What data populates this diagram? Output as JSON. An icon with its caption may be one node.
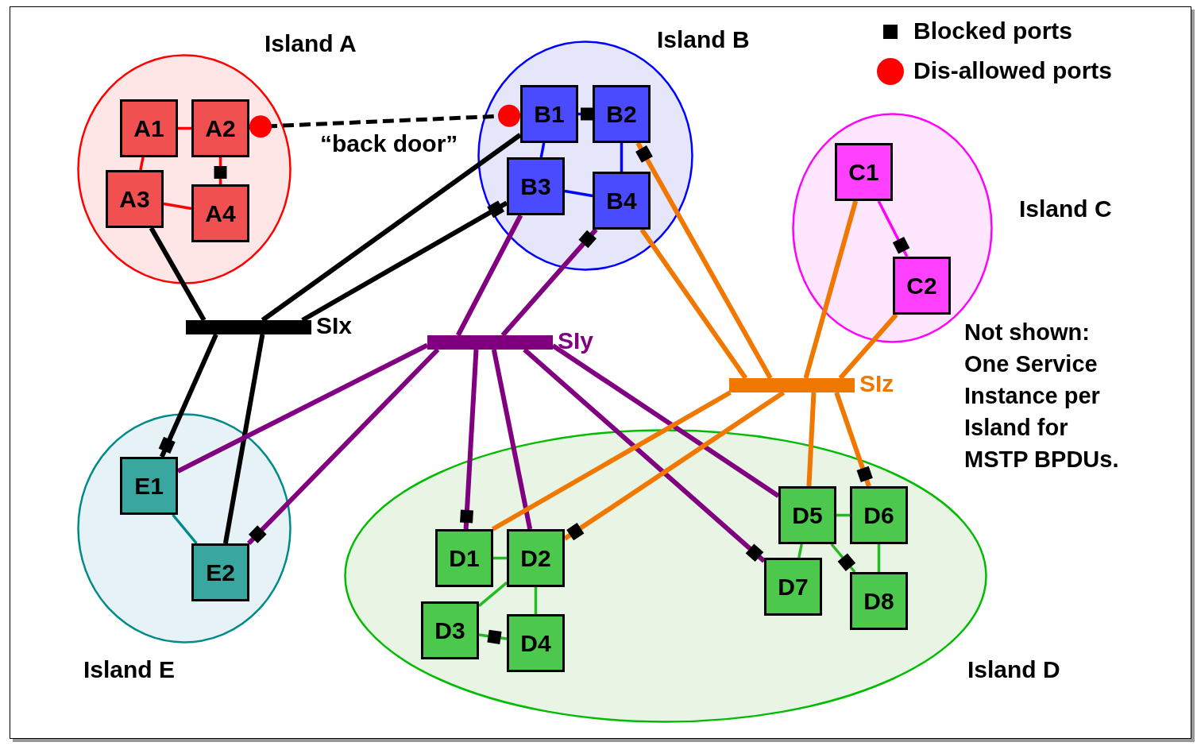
{
  "diagram": {
    "nodes": [
      {
        "text": [
          "Island A"
        ]
      },
      {
        "text": [
          "A1"
        ],
        "in": 0
      },
      {
        "text": [
          "A2"
        ],
        "in": 0
      },
      {
        "text": [
          "A3"
        ],
        "in": 0
      },
      {
        "text": [
          "A4"
        ],
        "in": 0
      },
      {
        "text": [
          "Island B"
        ]
      },
      {
        "text": [
          "B1"
        ],
        "in": 5
      },
      {
        "text": [
          "B2"
        ],
        "in": 5
      },
      {
        "text": [
          "B3"
        ],
        "in": 5
      },
      {
        "text": [
          "B4"
        ],
        "in": 5
      },
      {
        "text": [
          "Island C"
        ]
      },
      {
        "text": [
          "C1"
        ],
        "in": 10
      },
      {
        "text": [
          "C2"
        ],
        "in": 10
      },
      {
        "text": [
          "SIx"
        ]
      },
      {
        "text": [
          "SIy"
        ]
      },
      {
        "text": [
          "SIz"
        ]
      },
      {
        "text": [
          "Island E"
        ]
      },
      {
        "text": [
          "E1"
        ],
        "in": 16
      },
      {
        "text": [
          "E2"
        ],
        "in": 16
      },
      {
        "text": [
          "Island D"
        ]
      },
      {
        "text": [
          "D1"
        ],
        "in": 19
      },
      {
        "text": [
          "D2"
        ],
        "in": 19
      },
      {
        "text": [
          "D3"
        ],
        "in": 19
      },
      {
        "text": [
          "D4"
        ],
        "in": 19
      },
      {
        "text": [
          "D5"
        ],
        "in": 19
      },
      {
        "text": [
          "D6"
        ],
        "in": 19
      },
      {
        "text": [
          "D7"
        ],
        "in": 19
      },
      {
        "text": [
          "D8"
        ],
        "in": 19
      }
    ],
    "edges": [
      {
        "from": 1,
        "to": 2,
        "arrow": "none",
        "color": "#ff0000"
      },
      {
        "from": 1,
        "to": 3,
        "arrow": "none",
        "color": "#ff0000"
      },
      {
        "from": 3,
        "to": 4,
        "arrow": "none",
        "color": "#ff0000"
      },
      {
        "from": 2,
        "to": 4,
        "arrow": "other",
        "color": "#ff0000"
      },
      {
        "from": 6,
        "to": 7,
        "arrow": "other",
        "color": "#0000ff"
      },
      {
        "from": 6,
        "to": 8,
        "arrow": "none",
        "color": "#0000ff"
      },
      {
        "from": 7,
        "to": 9,
        "arrow": "none",
        "color": "#0000ff"
      },
      {
        "from": 8,
        "to": 9,
        "arrow": "none",
        "color": "#0000ff"
      },
      {
        "from": 11,
        "to": 12,
        "arrow": "other",
        "color": "#ff00ff"
      },
      {
        "from": 20,
        "to": 21,
        "arrow": "none",
        "color": "#22bb22"
      },
      {
        "from": 21,
        "to": 22,
        "arrow": "none",
        "color": "#22bb22"
      },
      {
        "from": 21,
        "to": 23,
        "arrow": "none",
        "color": "#22bb22"
      },
      {
        "from": 22,
        "to": 23,
        "arrow": "other",
        "color": "#22bb22"
      },
      {
        "from": 24,
        "to": 25,
        "arrow": "none",
        "color": "#22bb22"
      },
      {
        "from": 24,
        "to": 26,
        "arrow": "none",
        "color": "#22bb22"
      },
      {
        "from": 24,
        "to": 27,
        "arrow": "other",
        "color": "#22bb22"
      },
      {
        "from": 25,
        "to": 27,
        "arrow": "none",
        "color": "#22bb22"
      },
      {
        "from": 17,
        "to": 18,
        "arrow": "none",
        "color": "#008b8b"
      },
      {
        "from": 2,
        "to": 6,
        "arrow": "other",
        "style": "dashed",
        "color": "#000000",
        "label": "“back door”"
      },
      {
        "from": 13,
        "to": 3,
        "arrow": "none",
        "color": "#000000"
      },
      {
        "from": 13,
        "to": 6,
        "arrow": "none",
        "color": "#000000"
      },
      {
        "from": 13,
        "to": 8,
        "arrow": "other",
        "color": "#000000"
      },
      {
        "from": 13,
        "to": 17,
        "arrow": "other",
        "color": "#000000"
      },
      {
        "from": 13,
        "to": 18,
        "arrow": "none",
        "color": "#000000"
      },
      {
        "from": 14,
        "to": 8,
        "arrow": "none",
        "color": "#800080"
      },
      {
        "from": 14,
        "to": 9,
        "arrow": "other",
        "color": "#800080"
      },
      {
        "from": 14,
        "to": 17,
        "arrow": "none",
        "color": "#800080"
      },
      {
        "from": 14,
        "to": 18,
        "arrow": "other",
        "color": "#800080"
      },
      {
        "from": 14,
        "to": 20,
        "arrow": "other",
        "color": "#800080"
      },
      {
        "from": 14,
        "to": 21,
        "arrow": "none",
        "color": "#800080"
      },
      {
        "from": 14,
        "to": 26,
        "arrow": "other",
        "color": "#800080"
      },
      {
        "from": 14,
        "to": 24,
        "arrow": "none",
        "color": "#800080"
      },
      {
        "from": 15,
        "to": 7,
        "arrow": "other",
        "color": "#f07800"
      },
      {
        "from": 15,
        "to": 9,
        "arrow": "none",
        "color": "#f07800"
      },
      {
        "from": 15,
        "to": 11,
        "arrow": "none",
        "color": "#f07800"
      },
      {
        "from": 15,
        "to": 12,
        "arrow": "none",
        "color": "#f07800"
      },
      {
        "from": 15,
        "to": 20,
        "arrow": "none",
        "color": "#f07800"
      },
      {
        "from": 15,
        "to": 21,
        "arrow": "other",
        "color": "#f07800"
      },
      {
        "from": 15,
        "to": 24,
        "arrow": "none",
        "color": "#f07800"
      },
      {
        "from": 15,
        "to": 25,
        "arrow": "other",
        "color": "#f07800"
      }
    ],
    "labels": [
      "Not shown: One Service Instance per Island for MSTP BPDUs."
    ],
    "legend": [
      {
        "text": "Blocked ports"
      },
      {
        "text": "Dis-allowed ports"
      }
    ]
  }
}
